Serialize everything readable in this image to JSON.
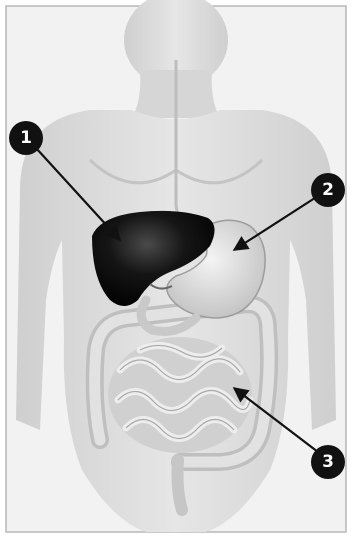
{
  "figure": {
    "colors": {
      "background": "#ffffff",
      "frame": "#b8b8b8",
      "body_silhouette": "#d4d4d4",
      "liver": "#151515",
      "stomach": "#dcdcdc",
      "intestines": "#cfcfcf",
      "callout_fill": "#111111"
    },
    "organs": [
      {
        "name": "liver"
      },
      {
        "name": "stomach"
      },
      {
        "name": "intestines"
      }
    ],
    "callouts": [
      {
        "number": "1",
        "points_to": "liver"
      },
      {
        "number": "2",
        "points_to": "stomach"
      },
      {
        "number": "3",
        "points_to": "intestines"
      }
    ]
  }
}
